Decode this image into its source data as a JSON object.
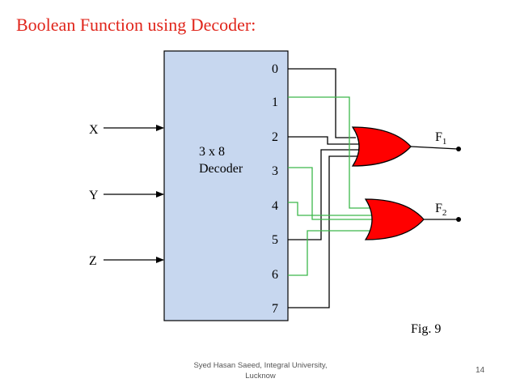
{
  "title": "Boolean Function using Decoder:",
  "decoder": {
    "label_line1": "3 x 8",
    "label_line2": "Decoder",
    "inputs": [
      "X",
      "Y",
      "Z"
    ],
    "outputs": [
      "0",
      "1",
      "2",
      "3",
      "4",
      "5",
      "6",
      "7"
    ]
  },
  "gates": [
    {
      "output_base": "F",
      "output_sub": "1",
      "type": "OR",
      "inputs_from": [
        "0",
        "2",
        "5",
        "7"
      ]
    },
    {
      "output_base": "F",
      "output_sub": "2",
      "type": "OR",
      "inputs_from": [
        "1",
        "3",
        "4",
        "6"
      ]
    }
  ],
  "figure_label": "Fig. 9",
  "footer": {
    "line1": "Syed Hasan Saeed, Integral University,",
    "line2": "Lucknow",
    "page_number": "14"
  },
  "colors": {
    "title": "#e0251b",
    "decoder_fill": "#c7d7ef",
    "gate_fill": "#ff0000",
    "wire_f1": "#000000",
    "wire_f2": "#3cb84a"
  }
}
